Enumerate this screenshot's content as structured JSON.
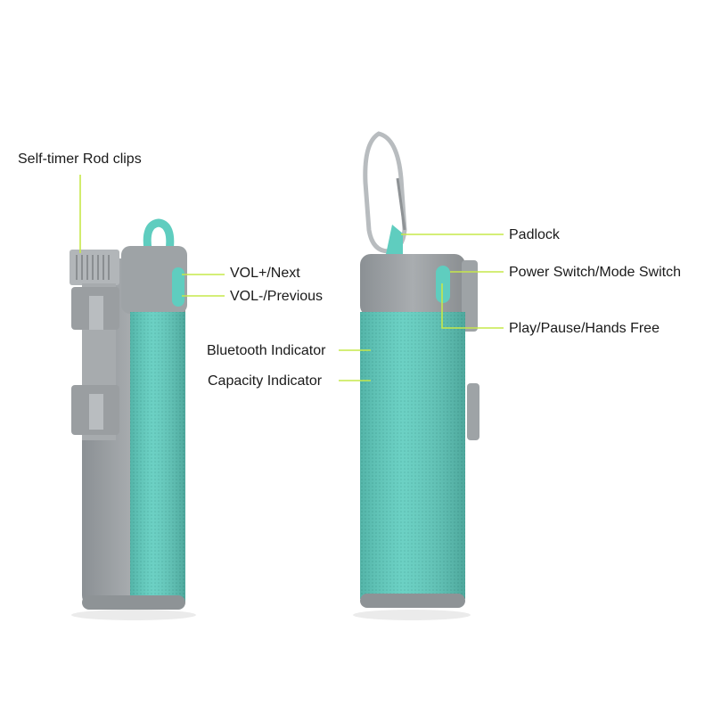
{
  "labels": {
    "self_timer_rod_clips": "Self-timer Rod clips",
    "vol_plus_next": "VOL+/Next",
    "vol_minus_previous": "VOL-/Previous",
    "bluetooth_indicator": "Bluetooth Indicator",
    "capacity_indicator": "Capacity Indicator",
    "padlock": "Padlock",
    "power_switch_mode_switch": "Power Switch/Mode Switch",
    "play_pause_hands_free": "Play/Pause/Hands Free"
  },
  "colors": {
    "leader_line": "#c6e84a",
    "teal_mesh": "#5fcdbf",
    "grey_body": "#9ea3a6",
    "text": "#1a1a1a"
  }
}
